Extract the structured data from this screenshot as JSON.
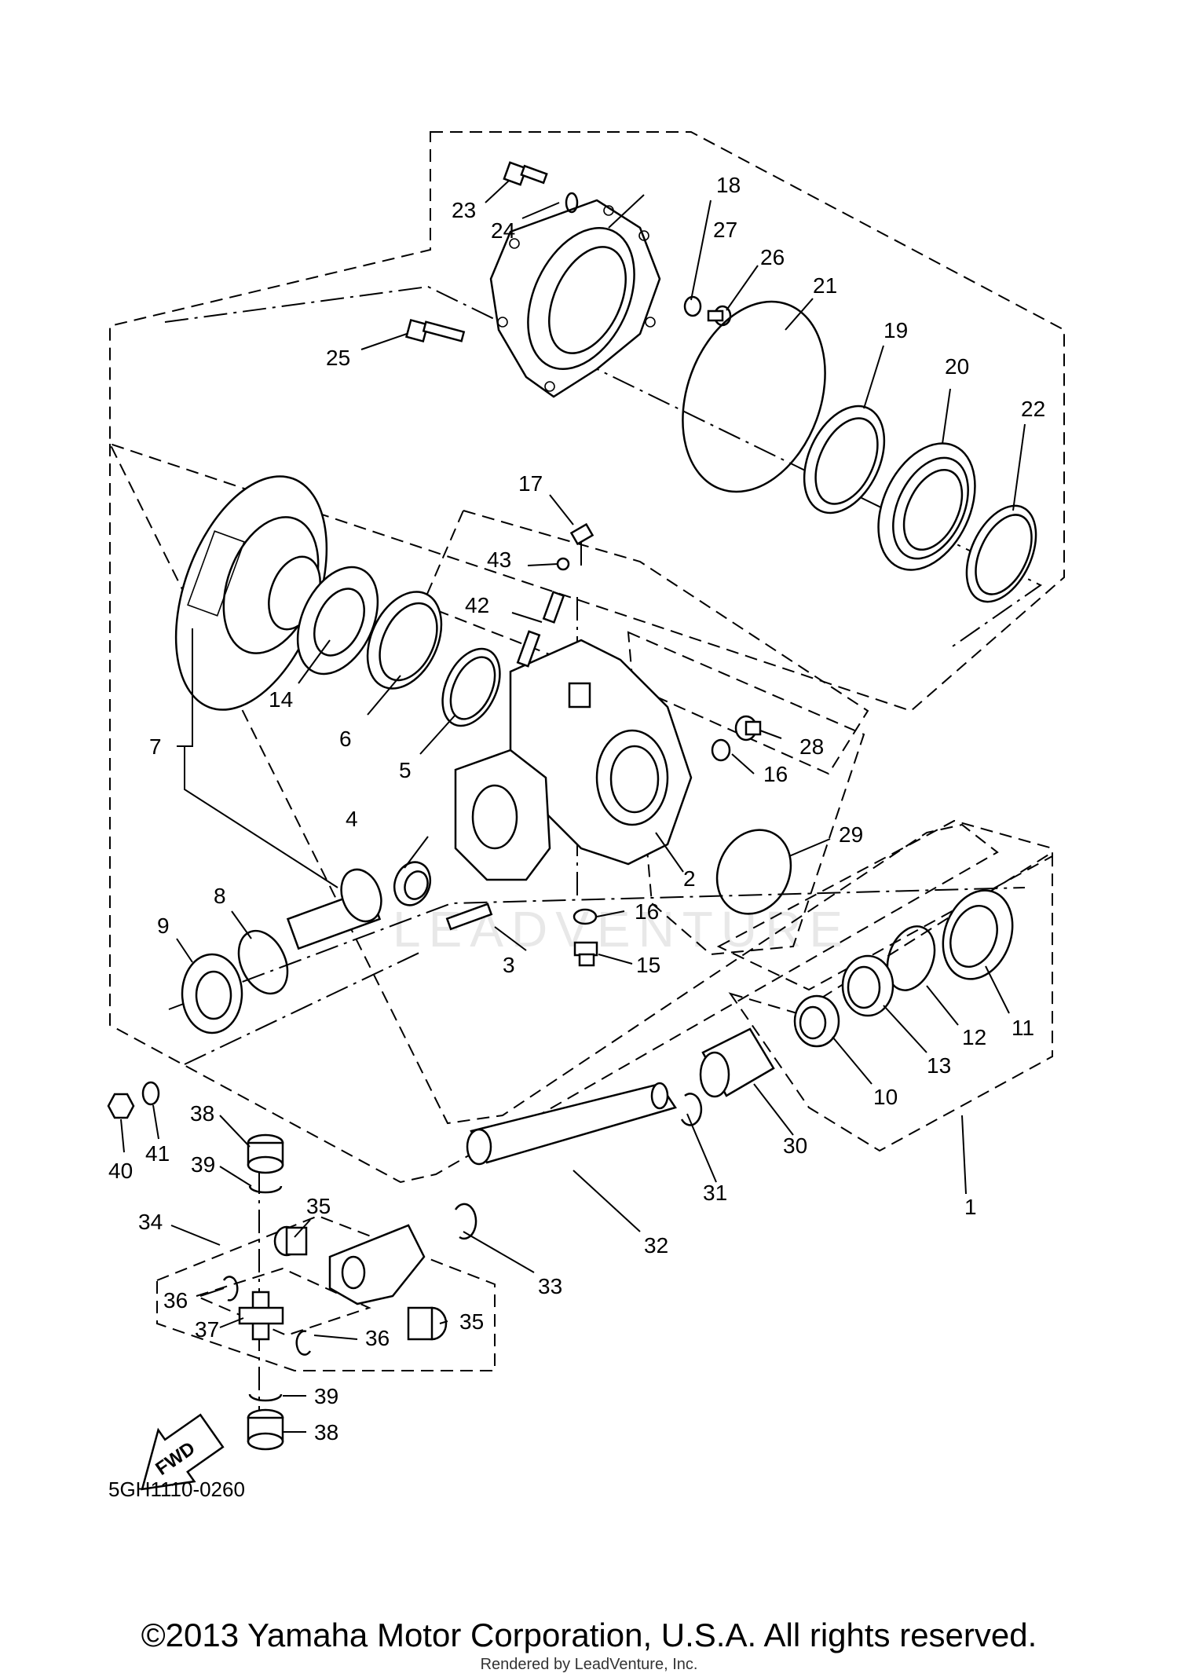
{
  "diagram": {
    "part_numbers": [
      "1",
      "2",
      "3",
      "4",
      "5",
      "6",
      "7",
      "8",
      "9",
      "10",
      "11",
      "12",
      "13",
      "14",
      "15",
      "16",
      "16",
      "17",
      "18",
      "19",
      "20",
      "21",
      "22",
      "23",
      "24",
      "25",
      "26",
      "27",
      "28",
      "29",
      "30",
      "31",
      "32",
      "33",
      "34",
      "35",
      "35",
      "36",
      "36",
      "37",
      "38",
      "38",
      "39",
      "39",
      "40",
      "41",
      "42",
      "43"
    ],
    "fwd_label": "FWD",
    "diagram_code": "5GH1110-0260",
    "watermark": "LEADVENTURE"
  },
  "footer": {
    "copyright": "©2013 Yamaha Motor Corporation, U.S.A. All rights reserved.",
    "rendered_by": "Rendered by LeadVenture, Inc."
  }
}
